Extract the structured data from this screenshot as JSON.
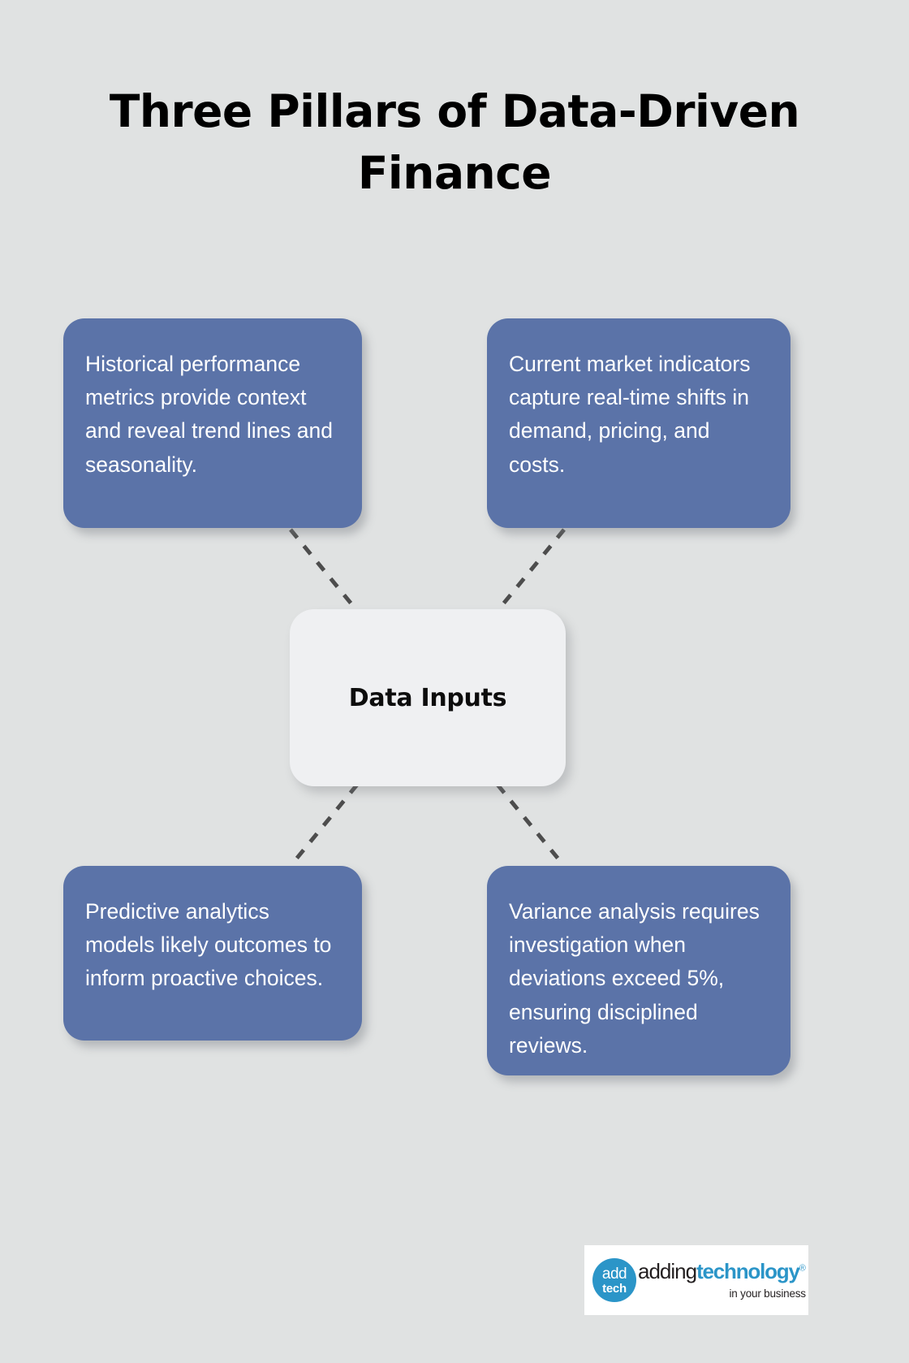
{
  "page": {
    "background_color": "#e0e2e2",
    "title": "Three Pillars of Data-Driven Finance"
  },
  "center": {
    "label": "Data Inputs",
    "background_color": "#eff0f2",
    "text_color": "#0d0d0d"
  },
  "cards": [
    {
      "id": "card-historical-performance",
      "text": "Historical performance metrics provide context and reveal trend lines and seasonality.",
      "background_color": "#5b73a8",
      "text_color": "#ffffff",
      "position": "top-left"
    },
    {
      "id": "card-current-market",
      "text": "Current market indicators capture real-time shifts in demand, pricing, and costs.",
      "background_color": "#5b73a8",
      "text_color": "#ffffff",
      "position": "top-right"
    },
    {
      "id": "card-predictive-analytics",
      "text": "Predictive analytics models likely outcomes to inform proactive choices.",
      "background_color": "#5b73a8",
      "text_color": "#ffffff",
      "position": "bottom-left"
    },
    {
      "id": "card-variance-analysis",
      "text": "Variance analysis requires investigation when deviations exceed 5%, ensuring disciplined reviews.",
      "background_color": "#5b73a8",
      "text_color": "#ffffff",
      "position": "bottom-right"
    }
  ],
  "connectors": {
    "style": "dashed",
    "color": "#4d4d4d",
    "count": 4
  },
  "logo": {
    "badge_line1": "add",
    "badge_line2": "tech",
    "wordmark_part1": "adding",
    "wordmark_part2": "technology",
    "registered_mark": "®",
    "tagline": "in your business",
    "accent_color": "#2b95c8",
    "text_color": "#231f20",
    "background_color": "#ffffff"
  }
}
